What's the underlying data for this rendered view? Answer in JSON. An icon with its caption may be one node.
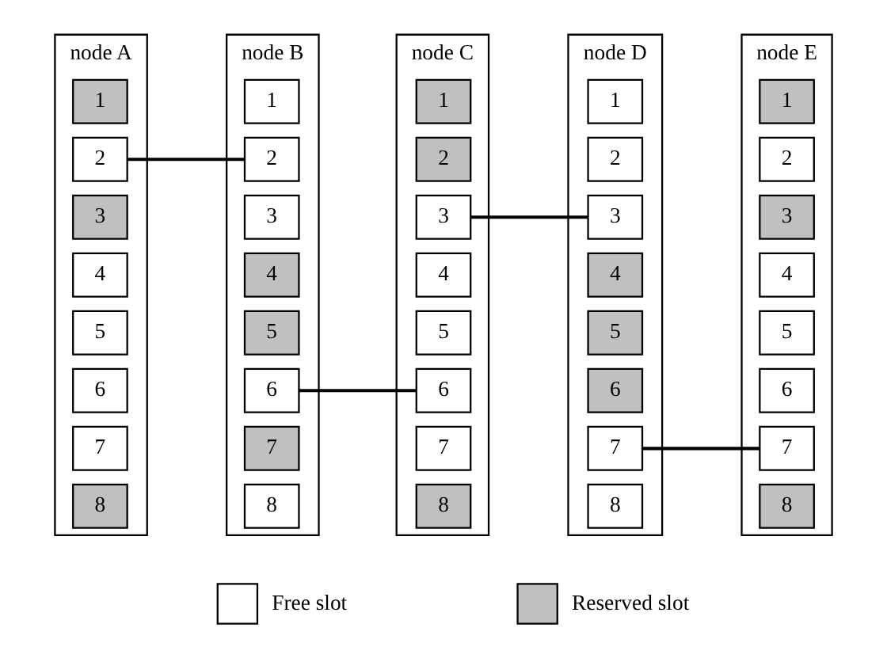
{
  "diagram": {
    "nodes": [
      {
        "text": [
          "node A"
        ]
      },
      {
        "text": [
          "1"
        ],
        "in": 0
      },
      {
        "text": [
          "2"
        ],
        "in": 0
      },
      {
        "text": [
          "3"
        ],
        "in": 0
      },
      {
        "text": [
          "4"
        ],
        "in": 0
      },
      {
        "text": [
          "5"
        ],
        "in": 0
      },
      {
        "text": [
          "6"
        ],
        "in": 0
      },
      {
        "text": [
          "7"
        ],
        "in": 0
      },
      {
        "text": [
          "8"
        ],
        "in": 0
      },
      {
        "text": [
          "node B"
        ]
      },
      {
        "text": [
          "1"
        ],
        "in": 9
      },
      {
        "text": [
          "2"
        ],
        "in": 9
      },
      {
        "text": [
          "3"
        ],
        "in": 9
      },
      {
        "text": [
          "4"
        ],
        "in": 9
      },
      {
        "text": [
          "5"
        ],
        "in": 9
      },
      {
        "text": [
          "6"
        ],
        "in": 9
      },
      {
        "text": [
          "7"
        ],
        "in": 9
      },
      {
        "text": [
          "8"
        ],
        "in": 9
      },
      {
        "text": [
          "node C"
        ]
      },
      {
        "text": [
          "1"
        ],
        "in": 18
      },
      {
        "text": [
          "2"
        ],
        "in": 18
      },
      {
        "text": [
          "3"
        ],
        "in": 18
      },
      {
        "text": [
          "4"
        ],
        "in": 18
      },
      {
        "text": [
          "5"
        ],
        "in": 18
      },
      {
        "text": [
          "6"
        ],
        "in": 18
      },
      {
        "text": [
          "7"
        ],
        "in": 18
      },
      {
        "text": [
          "8"
        ],
        "in": 18
      },
      {
        "text": [
          "node D"
        ]
      },
      {
        "text": [
          "1"
        ],
        "in": 27
      },
      {
        "text": [
          "2"
        ],
        "in": 27
      },
      {
        "text": [
          "3"
        ],
        "in": 27
      },
      {
        "text": [
          "4"
        ],
        "in": 27
      },
      {
        "text": [
          "5"
        ],
        "in": 27
      },
      {
        "text": [
          "6"
        ],
        "in": 27
      },
      {
        "text": [
          "7"
        ],
        "in": 27
      },
      {
        "text": [
          "8"
        ],
        "in": 27
      },
      {
        "text": [
          "node E"
        ]
      },
      {
        "text": [
          "1"
        ],
        "in": 36
      },
      {
        "text": [
          "2"
        ],
        "in": 36
      },
      {
        "text": [
          "3"
        ],
        "in": 36
      },
      {
        "text": [
          "4"
        ],
        "in": 36
      },
      {
        "text": [
          "5"
        ],
        "in": 36
      },
      {
        "text": [
          "6"
        ],
        "in": 36
      },
      {
        "text": [
          "7"
        ],
        "in": 36
      },
      {
        "text": [
          "8"
        ],
        "in": 36
      }
    ],
    "edges": [
      {
        "from": 2,
        "to": 11,
        "arrow": "none"
      },
      {
        "from": 15,
        "to": 24,
        "arrow": "none"
      },
      {
        "from": 21,
        "to": 30,
        "arrow": "none"
      },
      {
        "from": 34,
        "to": 43,
        "arrow": "none"
      }
    ],
    "legend": [
      {
        "text": "Free slot",
        "color": "#ffffff"
      },
      {
        "text": "Reserved slot",
        "color": "#c0c0c0"
      }
    ]
  }
}
